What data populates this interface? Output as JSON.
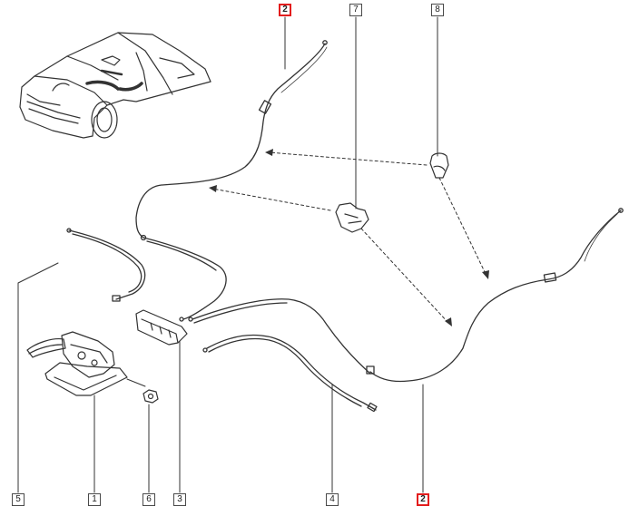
{
  "callouts": {
    "c1": "1",
    "c2_top": "2",
    "c2_bottom": "2",
    "c3": "3",
    "c4": "4",
    "c5": "5",
    "c6": "6",
    "c7": "7",
    "c8": "8"
  },
  "colors": {
    "highlight": "#e31d1d",
    "line": "#333333",
    "callout_border": "#4a4a4a"
  },
  "icons": [
    "car-illustration",
    "parking-brake-lever-icon",
    "cable-guide-icon",
    "cable-clip-icon",
    "mounting-nut-icon"
  ]
}
